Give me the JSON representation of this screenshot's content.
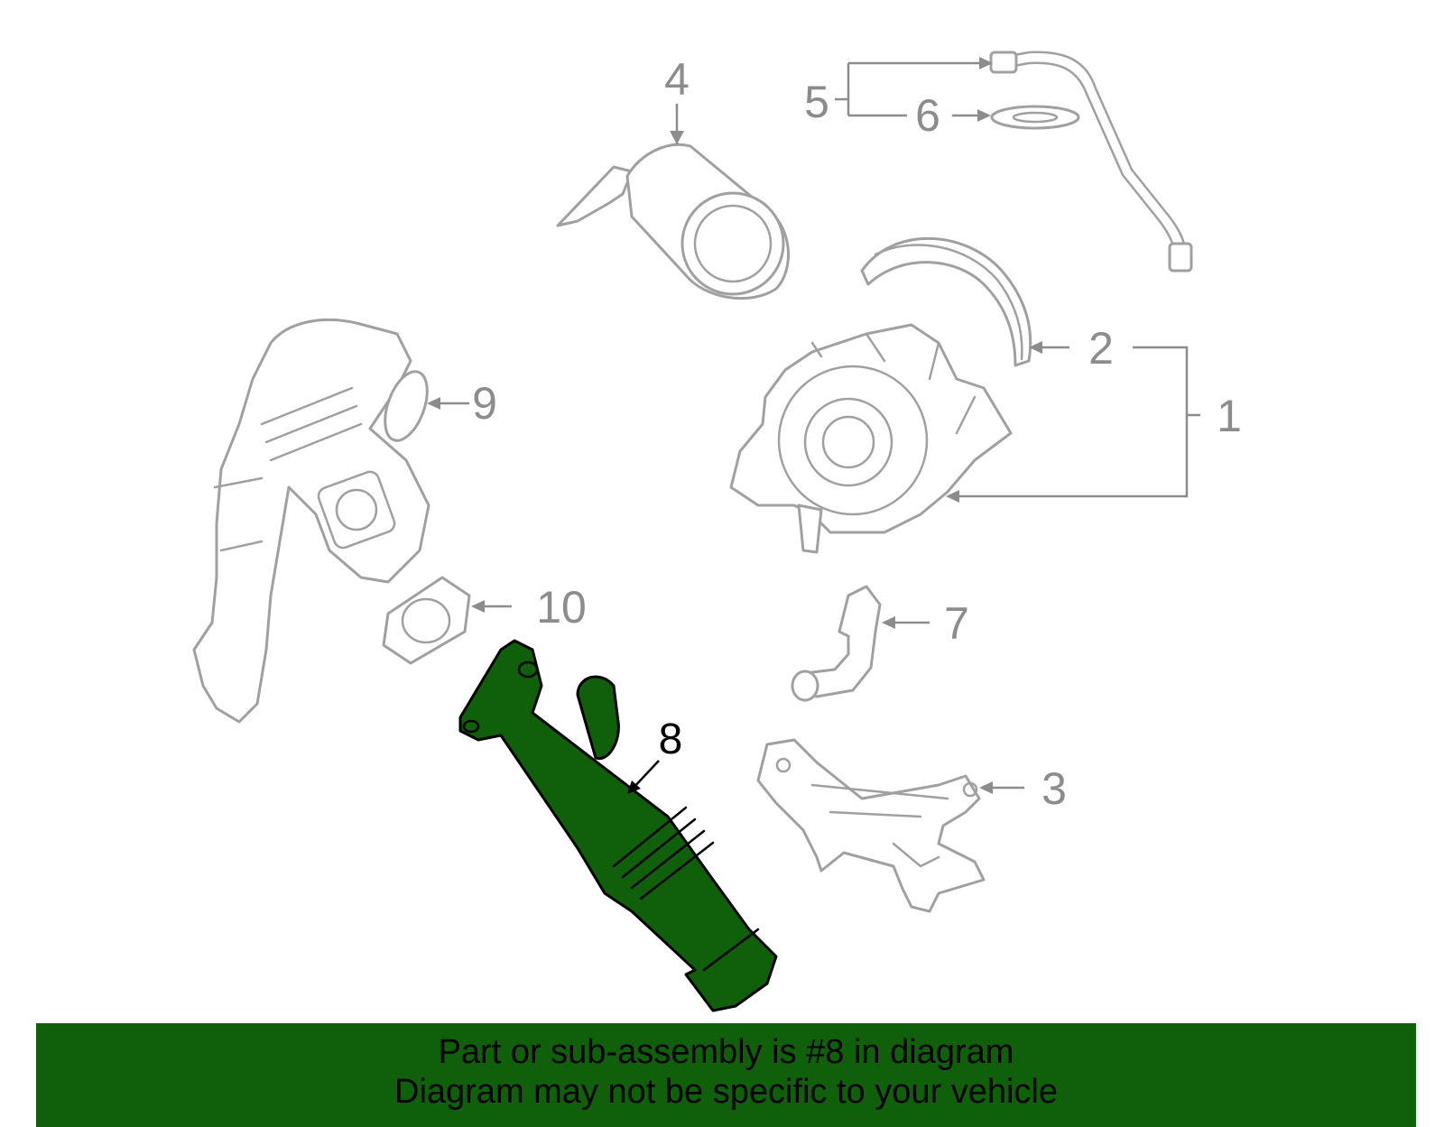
{
  "diagram": {
    "highlighted_part": "8",
    "callouts": {
      "c1": "1",
      "c2": "2",
      "c3": "3",
      "c4": "4",
      "c5": "5",
      "c6": "6",
      "c7": "7",
      "c8": "8",
      "c9": "9",
      "c10": "10"
    },
    "colors": {
      "highlight": "#0f5f0b",
      "outline": "#a0a0a0",
      "banner": "#0f5f0b"
    }
  },
  "banner": {
    "line1": "Part or sub-assembly is #8 in diagram",
    "line2": "Diagram may not be specific to your vehicle"
  }
}
